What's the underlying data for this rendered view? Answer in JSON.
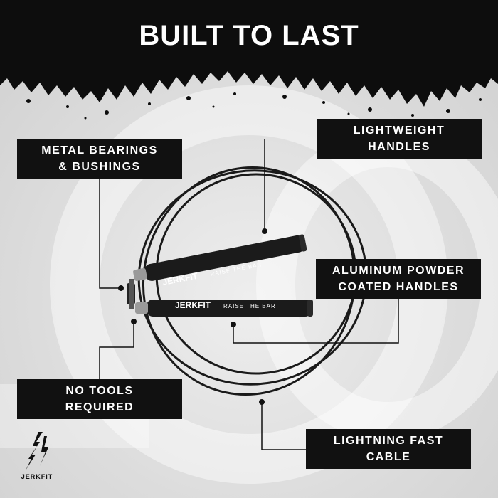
{
  "title": "BUILT TO LAST",
  "labels": {
    "bearings": [
      "METAL BEARINGS",
      "& BUSHINGS"
    ],
    "lightweight": [
      "LIGHTWEIGHT",
      "HANDLES"
    ],
    "aluminum": [
      "ALUMINUM POWDER",
      "COATED HANDLES"
    ],
    "no_tools": [
      "NO TOOLS",
      "REQUIRED"
    ],
    "cable": [
      "LIGHTNING FAST",
      "CABLE"
    ]
  },
  "handles": {
    "brand": "JERKFIT",
    "slogan": "RAISE THE BAR"
  },
  "brand": {
    "name": "JERKFIT"
  },
  "colors": {
    "label_bg": "#111111",
    "label_text": "#ffffff",
    "top_band": "#0d0d0d",
    "background": "#d9d9d9"
  }
}
